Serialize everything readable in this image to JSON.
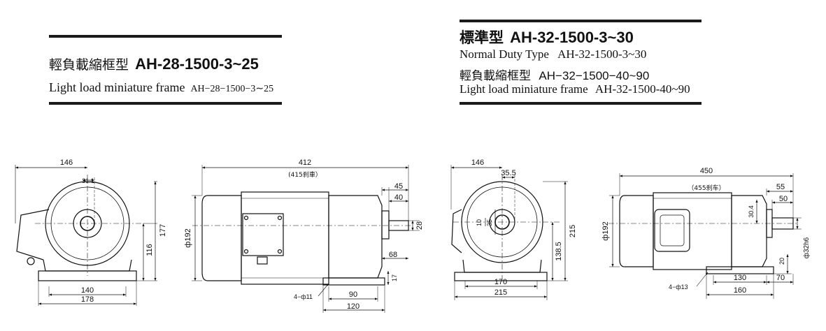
{
  "left_header": {
    "cjk_title": "輕負載縮框型",
    "model": "AH-28-1500-3~25",
    "english": "Light load miniature frame",
    "english_model": "AH−28−1500−3∼25"
  },
  "right_header": {
    "cjk_title": "標準型",
    "model": "AH-32-1500-3~30",
    "line1_en": "Normal Duty Type",
    "line1_model": "AH-32-1500-3~30",
    "line2_cjk": "輕負載縮框型",
    "line2_model": "AH−32−1500−40~90",
    "line3_en": "Light load miniature frame",
    "line3_model": "AH-32-1500-40~90"
  },
  "dims_28_front": {
    "d146": "146",
    "d31_1": "31.1",
    "d177": "177",
    "d116": "116",
    "d140": "140",
    "d178": "178"
  },
  "dims_28_side": {
    "d412": "412",
    "d415": "(415刹車）",
    "d45": "45",
    "d40": "40",
    "d28": "28",
    "phi192": "ф192",
    "d68": "68",
    "d17": "17",
    "holes": "4−ф11",
    "d90": "90",
    "d120": "120"
  },
  "dims_32_front": {
    "d146": "146",
    "d35_5": "35.5",
    "d10": "10",
    "d35": "35",
    "d215v": "215",
    "d138_5": "138.5",
    "d170": "170",
    "d215h": "215"
  },
  "dims_32_side": {
    "d450": "450",
    "d455": "（455刹车）",
    "d55": "55",
    "d50": "50",
    "d30_4": "30.4",
    "phi192": "ф192",
    "phi32h6": "ф32h6",
    "d20": "20",
    "holes": "4−ф13",
    "d130": "130",
    "d70": "70",
    "d160": "160"
  }
}
